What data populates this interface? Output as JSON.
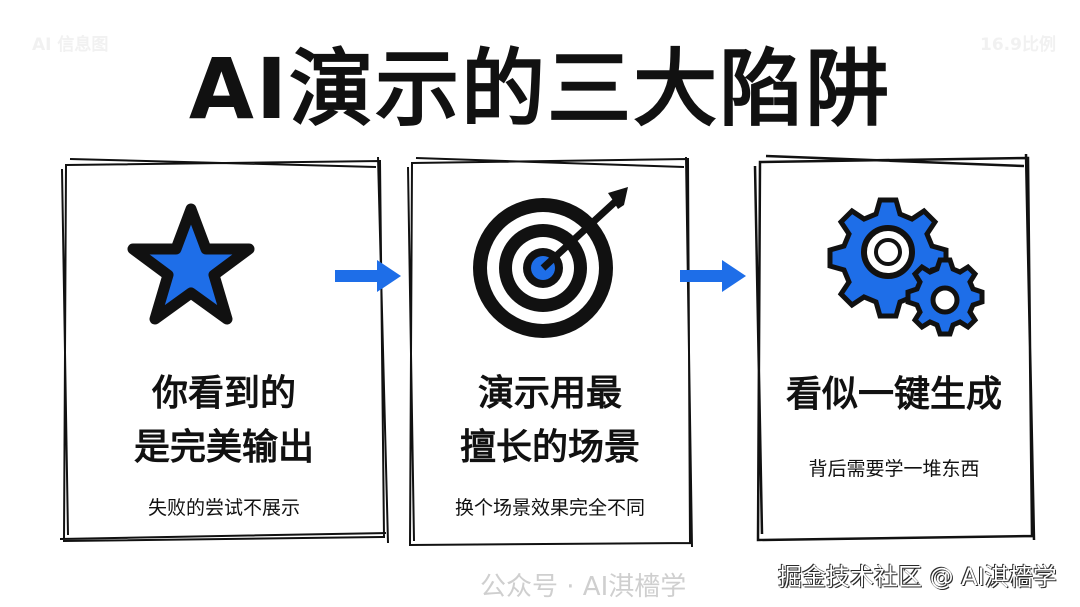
{
  "header": {
    "badge_left": "AI 信息图",
    "badge_right": "16.9比例",
    "title": "AI演示的三大陷阱"
  },
  "colors": {
    "accent": "#1e6ee8",
    "ink": "#111111"
  },
  "panels": [
    {
      "icon": "star-icon",
      "title_line1": "你看到的",
      "title_line2": "是完美输出",
      "subtitle": "失败的尝试不展示"
    },
    {
      "icon": "target-icon",
      "title_line1": "演示用最",
      "title_line2": "擅长的场景",
      "subtitle": "换个场景效果完全不同"
    },
    {
      "icon": "gears-icon",
      "title_line1": "看似一键生成",
      "subtitle": "背后需要学一堆东西"
    }
  ],
  "watermark": {
    "wechat": "公众号 · AI淇檣学",
    "site": "掘金技术社区 @ AI淇檣学"
  }
}
